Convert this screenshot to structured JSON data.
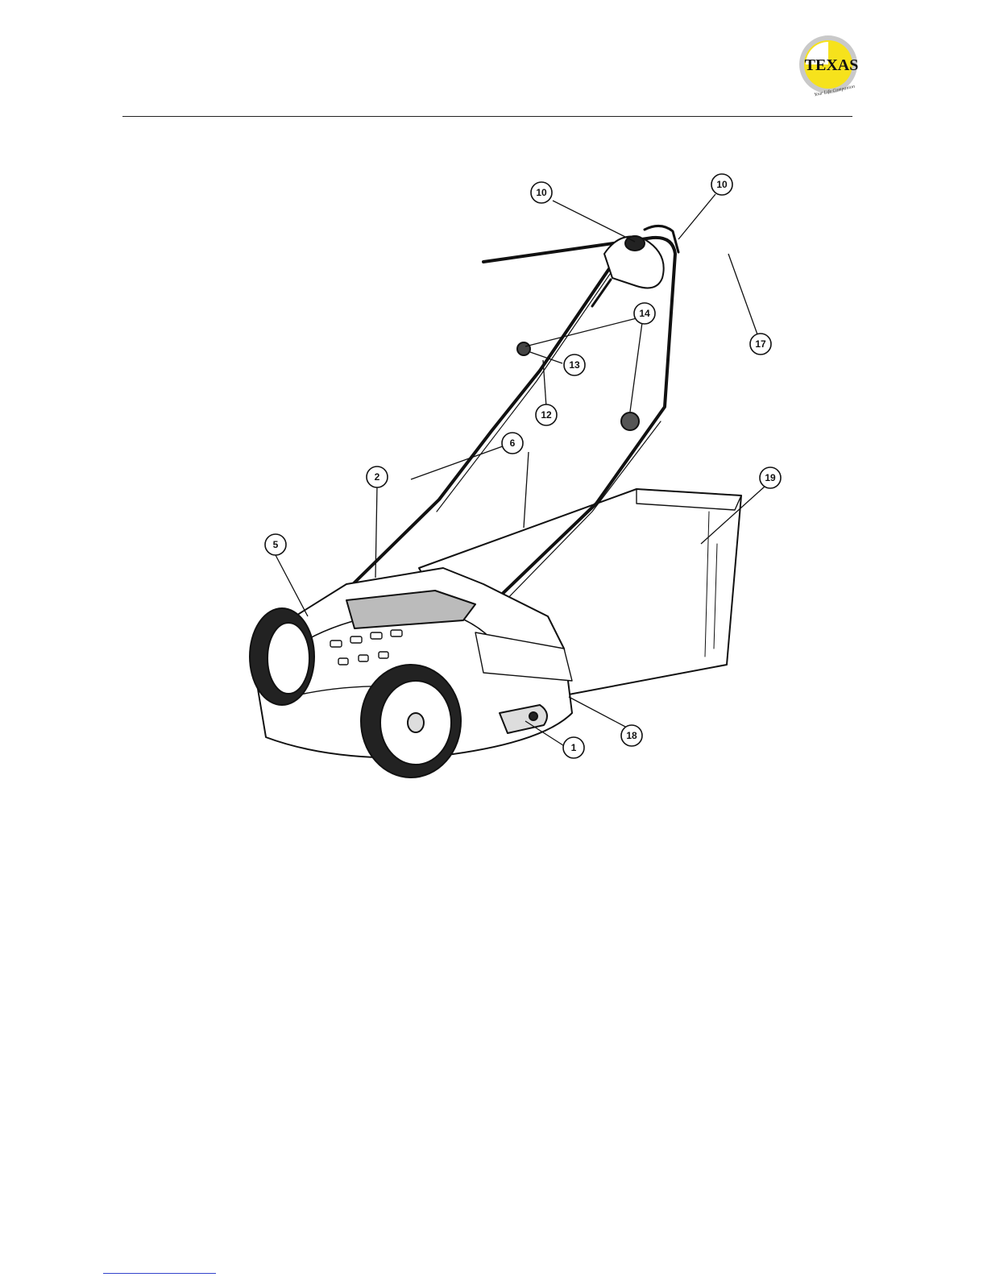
{
  "logo": {
    "brand": "TEXAS",
    "tagline": "Your Life Companion",
    "colors": {
      "ring": "#c9c9c9",
      "accent": "#f6e21c",
      "ink": "#111111"
    }
  },
  "figure": {
    "callouts": [
      {
        "id": "c10a",
        "label": "10"
      },
      {
        "id": "c10b",
        "label": "10"
      },
      {
        "id": "c14",
        "label": "14"
      },
      {
        "id": "c13",
        "label": "13"
      },
      {
        "id": "c12",
        "label": "12"
      },
      {
        "id": "c17",
        "label": "17"
      },
      {
        "id": "c6",
        "label": "6"
      },
      {
        "id": "c19",
        "label": "19"
      },
      {
        "id": "c2",
        "label": "2"
      },
      {
        "id": "c5",
        "label": "5"
      },
      {
        "id": "c18",
        "label": "18"
      },
      {
        "id": "c1",
        "label": "1"
      }
    ]
  }
}
